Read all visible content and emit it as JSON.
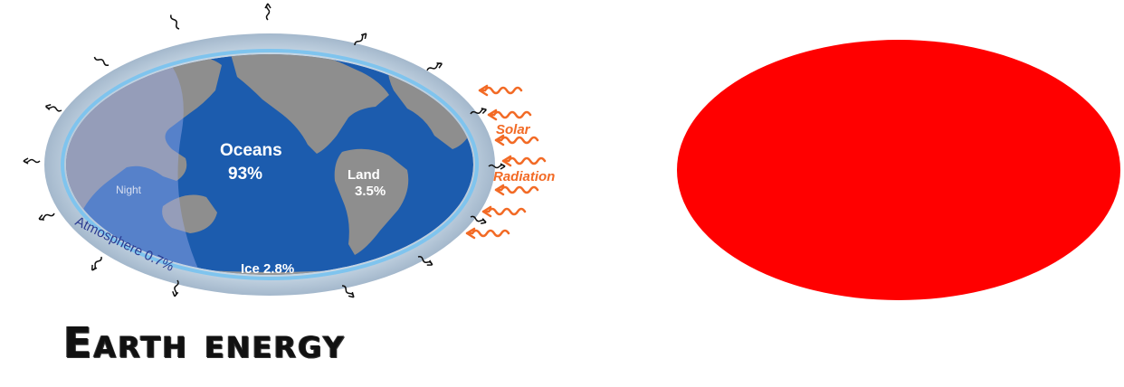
{
  "labels": {
    "oceans": "Oceans",
    "oceans_pct": "93%",
    "land": "Land",
    "land_pct": "3.5%",
    "night": "Night",
    "ice": "Ice  2.8%",
    "atmosphere": "Atmosphere 0.7%",
    "solar": "Solar",
    "radiation": "Radiation"
  },
  "title": "Earth energy",
  "colors": {
    "ocean": "#1c5cae",
    "land": "#8e8e8e",
    "night": "#5b74b4",
    "atmosphere_outer": "#b8c8d8",
    "atmosphere_inner": "#7fc4ee",
    "solar": "#f26a25",
    "atmosphere_text": "#2b3b91",
    "red_ellipse": "#ff0000"
  }
}
